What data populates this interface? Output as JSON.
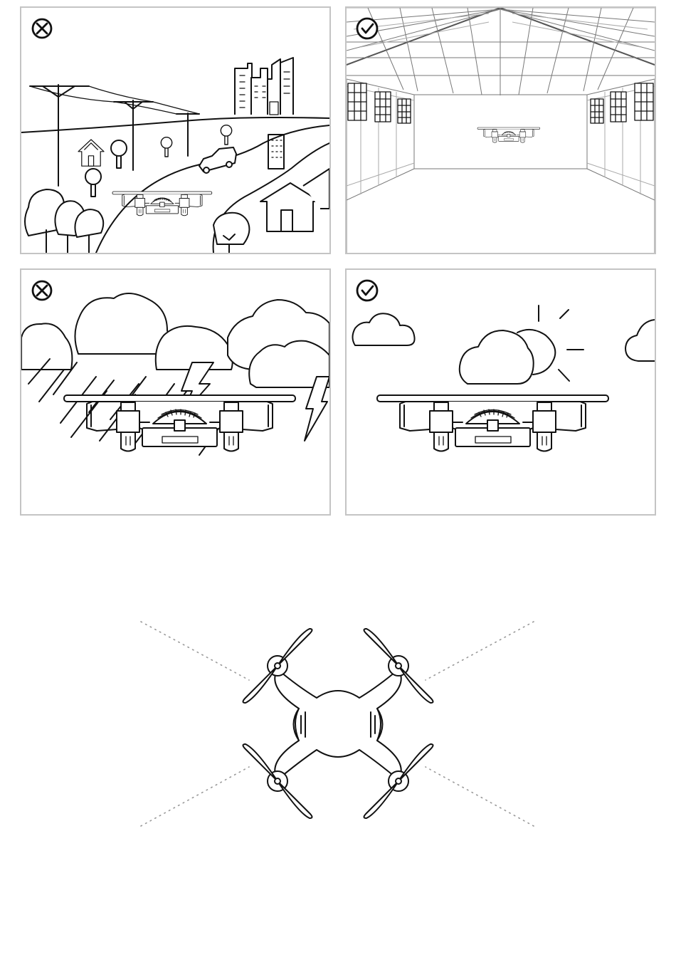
{
  "panels": [
    {
      "id": "urban-outdoor",
      "verdict": "not-allowed",
      "icon": "cross-circle-icon"
    },
    {
      "id": "indoor-hangar",
      "verdict": "allowed",
      "icon": "check-circle-icon"
    },
    {
      "id": "storm-weather",
      "verdict": "not-allowed",
      "icon": "cross-circle-icon"
    },
    {
      "id": "clear-weather",
      "verdict": "allowed",
      "icon": "check-circle-icon"
    }
  ],
  "colors": {
    "line": "#111111",
    "panel_border": "#c4c4c4",
    "dotted_guides": "#999999",
    "background": "#ffffff"
  }
}
